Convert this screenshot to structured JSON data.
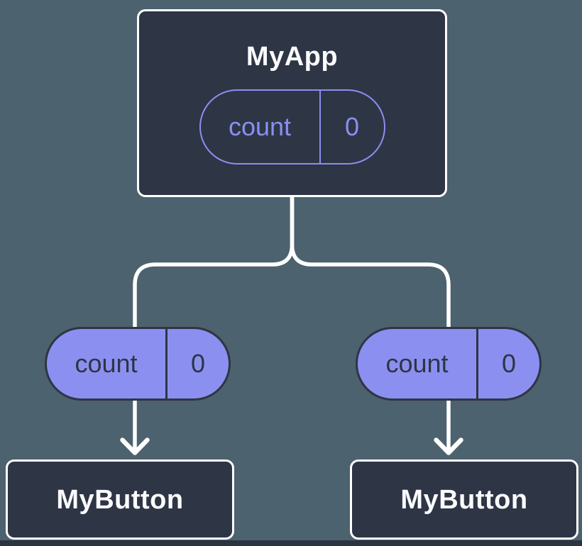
{
  "colors": {
    "background": "#4c626e",
    "node_fill": "#2e3545",
    "node_border": "#ffffff",
    "accent": "#8a8ff0",
    "pill_fill": "#8b90f0",
    "pill_text": "#2e3545",
    "connector": "#ffffff",
    "text_light": "#fbfbfd",
    "bottom_strip": "#2c3342"
  },
  "diagram": {
    "root": {
      "title": "MyApp",
      "prop": {
        "name": "count",
        "value": "0"
      }
    },
    "children": [
      {
        "title": "MyButton",
        "prop": {
          "name": "count",
          "value": "0"
        }
      },
      {
        "title": "MyButton",
        "prop": {
          "name": "count",
          "value": "0"
        }
      }
    ]
  }
}
